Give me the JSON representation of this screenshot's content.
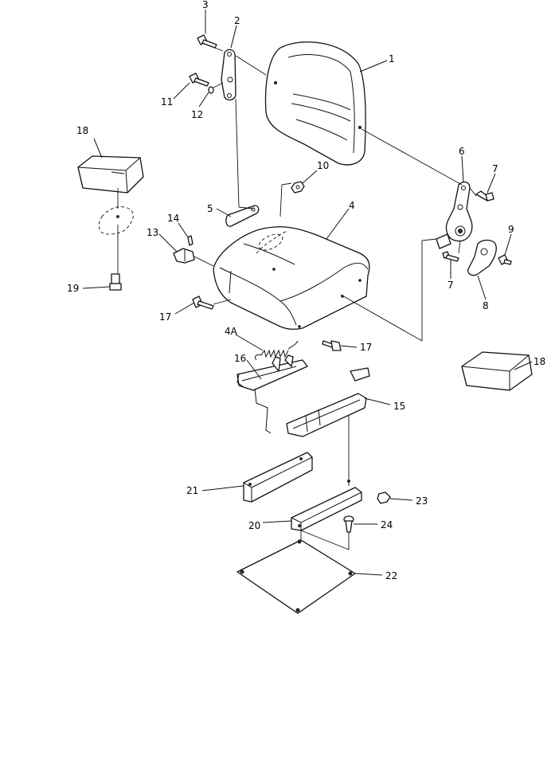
{
  "callouts": {
    "c1": "1",
    "c2": "2",
    "c3": "3",
    "c4": "4",
    "c4a": "4A",
    "c5": "5",
    "c6": "6",
    "c7a": "7",
    "c7b": "7",
    "c8": "8",
    "c9": "9",
    "c10": "10",
    "c11": "11",
    "c12": "12",
    "c13": "13",
    "c14": "14",
    "c15": "15",
    "c16": "16",
    "c17a": "17",
    "c17b": "17",
    "c18a": "18",
    "c18b": "18",
    "c19": "19",
    "c20": "20",
    "c21": "21",
    "c22": "22",
    "c23": "23",
    "c24": "24"
  }
}
